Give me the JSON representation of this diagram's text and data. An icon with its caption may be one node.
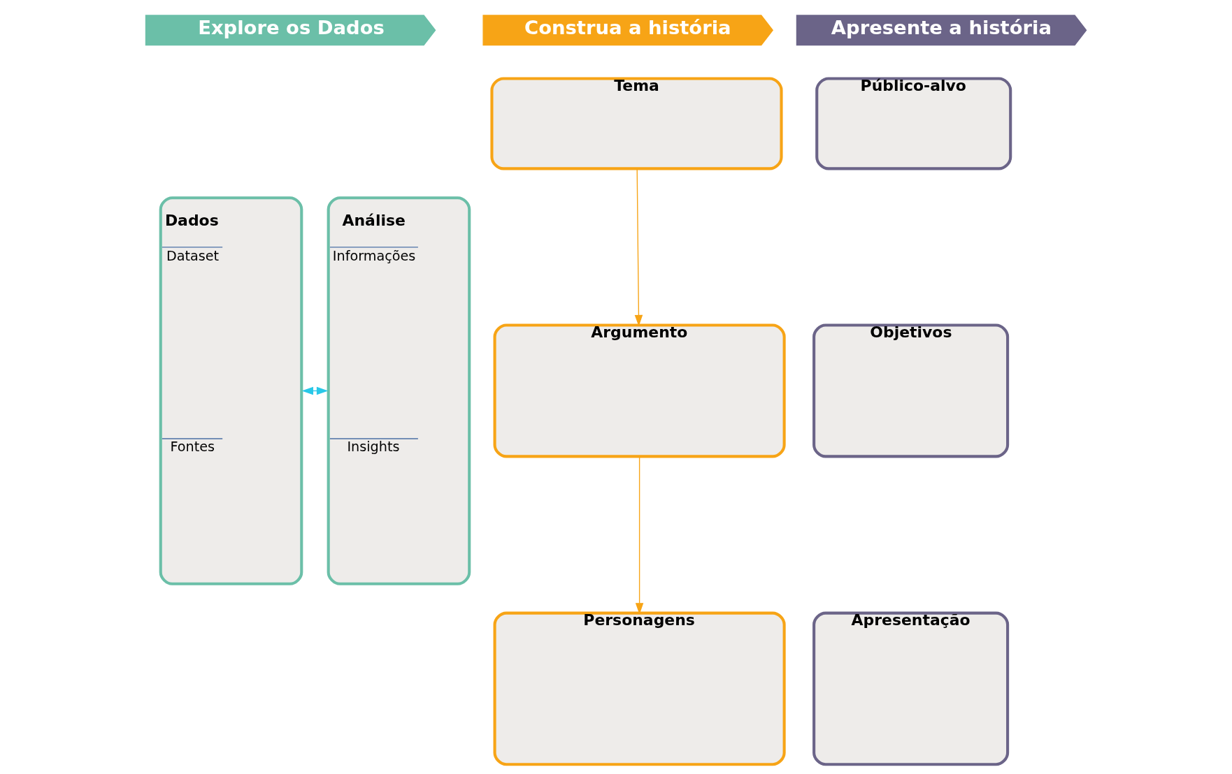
{
  "diagram": {
    "nodes": [
      {
        "text": [
          "Explore os Dados"
        ]
      },
      {
        "text": [
          "Construa a história"
        ]
      },
      {
        "text": [
          "Apresente a história"
        ]
      },
      {
        "text": [
          "Dados",
          "Dataset",
          "Fontes"
        ]
      },
      {
        "text": [
          "Análise",
          "Informações",
          "Insights"
        ]
      },
      {
        "text": [
          "Tema"
        ]
      },
      {
        "text": [
          "Argumento"
        ]
      },
      {
        "text": [
          "Personagens"
        ]
      },
      {
        "text": [
          "Público-alvo"
        ]
      },
      {
        "text": [
          "Objetivos"
        ]
      },
      {
        "text": [
          "Apresentação"
        ]
      }
    ],
    "edges": [
      {
        "from": 3,
        "to": 4,
        "arrow": "both",
        "color": "#29c8e8"
      },
      {
        "from": 5,
        "to": 6,
        "arrow": "to"
      },
      {
        "from": 6,
        "to": 7,
        "arrow": "to"
      }
    ]
  }
}
